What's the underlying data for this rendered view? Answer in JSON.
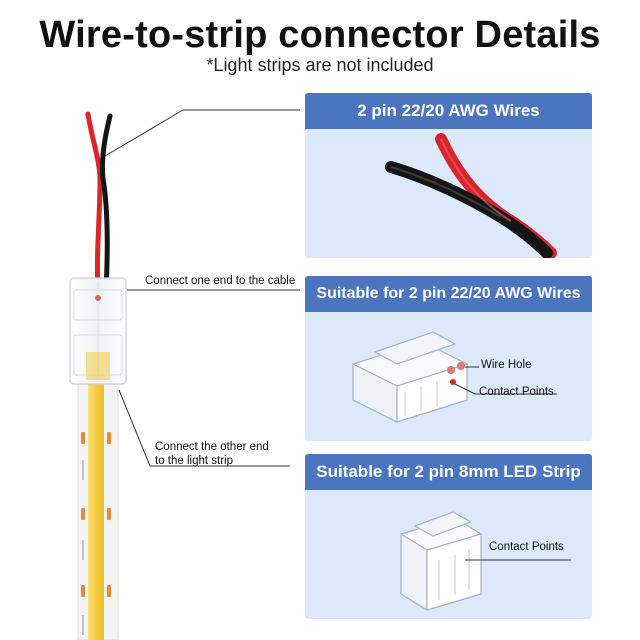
{
  "header": {
    "title": "Wire-to-strip connector Details",
    "subtitle": "*Light strips are not included"
  },
  "callouts": {
    "cable": "Connect one end to the cable",
    "strip_line1": "Connect the other end",
    "strip_line2": "to the light strip"
  },
  "panels": [
    {
      "title": "2 pin 22/20 AWG Wires"
    },
    {
      "title": "Suitable for 2 pin 22/20 AWG Wires",
      "labels": [
        "Wire Hole",
        "Contact Points"
      ]
    },
    {
      "title": "Suitable for 2 pin 8mm LED Strip",
      "labels": [
        "Contact Points"
      ]
    }
  ],
  "colors": {
    "panel_header": "#4b76bf",
    "panel_body": "#dce9fb",
    "wire_red": "#d8262b",
    "wire_black": "#151515",
    "strip_yellow": "#f4cc3c"
  }
}
